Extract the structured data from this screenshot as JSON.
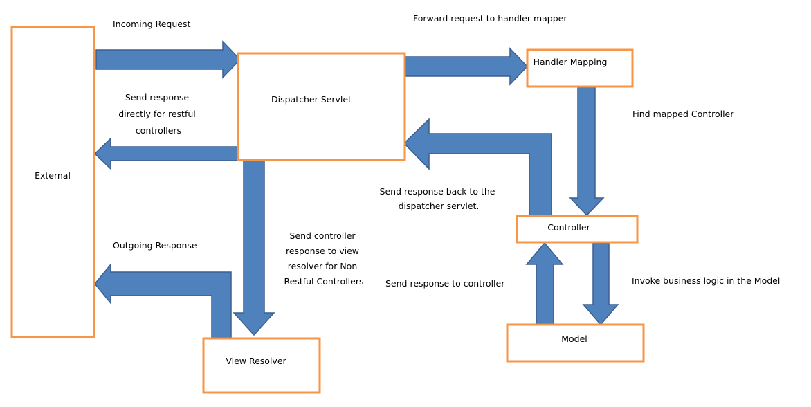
{
  "colors": {
    "box_border": "#F79646",
    "arrow_fill": "#4F81BD",
    "arrow_stroke": "#3A5F8E",
    "text": "#000000",
    "background": "#FFFFFF"
  },
  "nodes": {
    "external": "External",
    "dispatcher": "Dispatcher Servlet",
    "handler_mapping": "Handler Mapping",
    "controller": "Controller",
    "model": "Model",
    "view_resolver": "View Resolver"
  },
  "edges": {
    "incoming_request": [
      "Incoming Request"
    ],
    "forward_request": [
      "Forward request to handler mapper"
    ],
    "find_controller": [
      "Find mapped Controller"
    ],
    "send_response_restful": [
      "Send response",
      "directly for restful",
      "controllers"
    ],
    "send_back_dispatcher": [
      "Send response back to the",
      "dispatcher servlet."
    ],
    "send_to_view_resolver": [
      "Send controller",
      "response to view",
      "resolver for Non",
      "Restful Controllers"
    ],
    "outgoing_response": [
      "Outgoing Response"
    ],
    "send_to_controller": [
      "Send response to controller"
    ],
    "invoke_business_logic": [
      "Invoke business logic in the Model"
    ]
  }
}
